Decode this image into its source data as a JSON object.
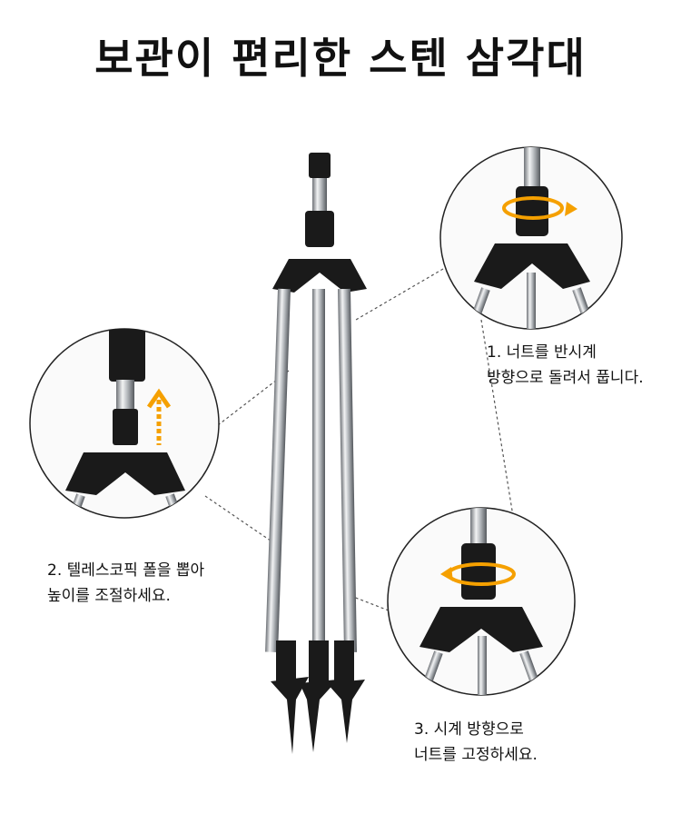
{
  "title": "보관이 편리한 스텐 삼각대",
  "steps": [
    {
      "line1": "1. 너트를 반시계",
      "line2": "방향으로 돌려서 풉니다."
    },
    {
      "line1": "2. 텔레스코픽 폴을 뽑아",
      "line2": "높이를 조절하세요."
    },
    {
      "line1": "3. 시계 방향으로",
      "line2": "너트를 고정하세요."
    }
  ],
  "colors": {
    "accent": "#f5a000",
    "steel": "#b8bcc0",
    "black": "#1a1a1a"
  }
}
